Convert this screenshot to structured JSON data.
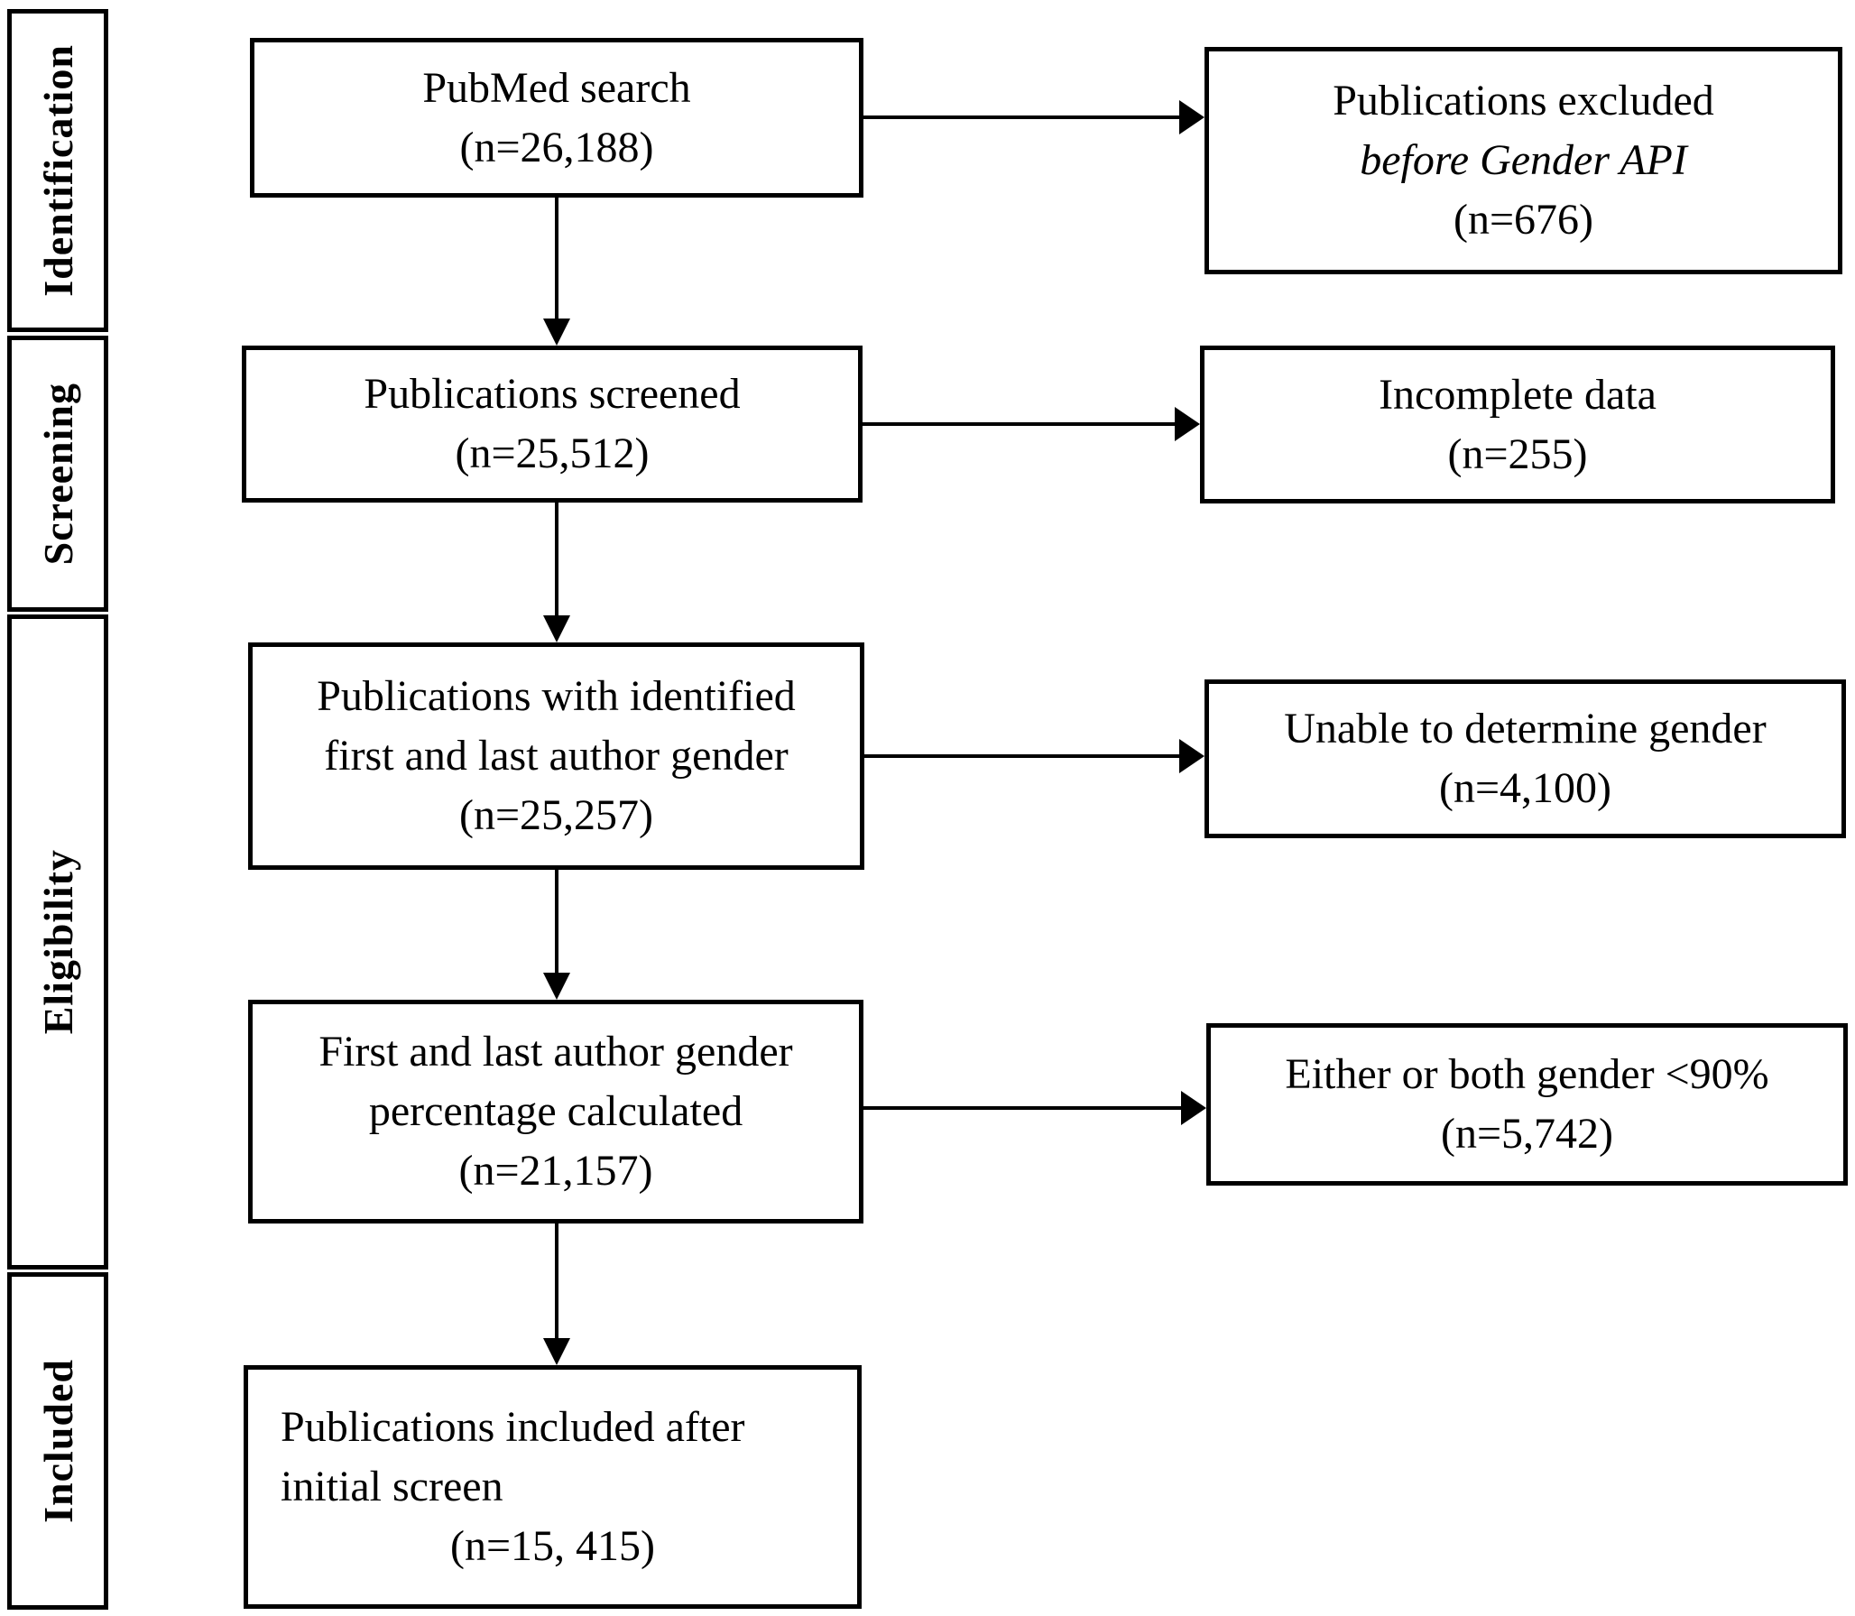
{
  "figure": {
    "type": "prisma-flowchart",
    "colors": {
      "background": "#ffffff",
      "border": "#000000",
      "text": "#000000"
    }
  },
  "stages": [
    {
      "label": "Identification"
    },
    {
      "label": "Screening"
    },
    {
      "label": "Eligibility"
    },
    {
      "label": "Included"
    }
  ],
  "flow": [
    {
      "lines": [
        "PubMed search",
        "(n=26,188)"
      ]
    },
    {
      "lines": [
        "Publications screened",
        "(n=25,512)"
      ]
    },
    {
      "lines": [
        "Publications with identified",
        "first and last author gender",
        "(n=25,257)"
      ]
    },
    {
      "lines": [
        "First and last author gender",
        "percentage calculated",
        "(n=21,157)"
      ]
    },
    {
      "lines": [
        "Publications included after",
        "initial screen",
        "(n=15, 415)"
      ]
    }
  ],
  "exclusions": [
    {
      "lines": [
        "Publications excluded",
        "before Gender API",
        "(n=676)"
      ]
    },
    {
      "lines": [
        "Incomplete data",
        "(n=255)"
      ]
    },
    {
      "lines": [
        "Unable to determine gender",
        "(n=4,100)"
      ]
    },
    {
      "lines": [
        "Either or both gender <90%",
        "(n=5,742)"
      ]
    }
  ]
}
